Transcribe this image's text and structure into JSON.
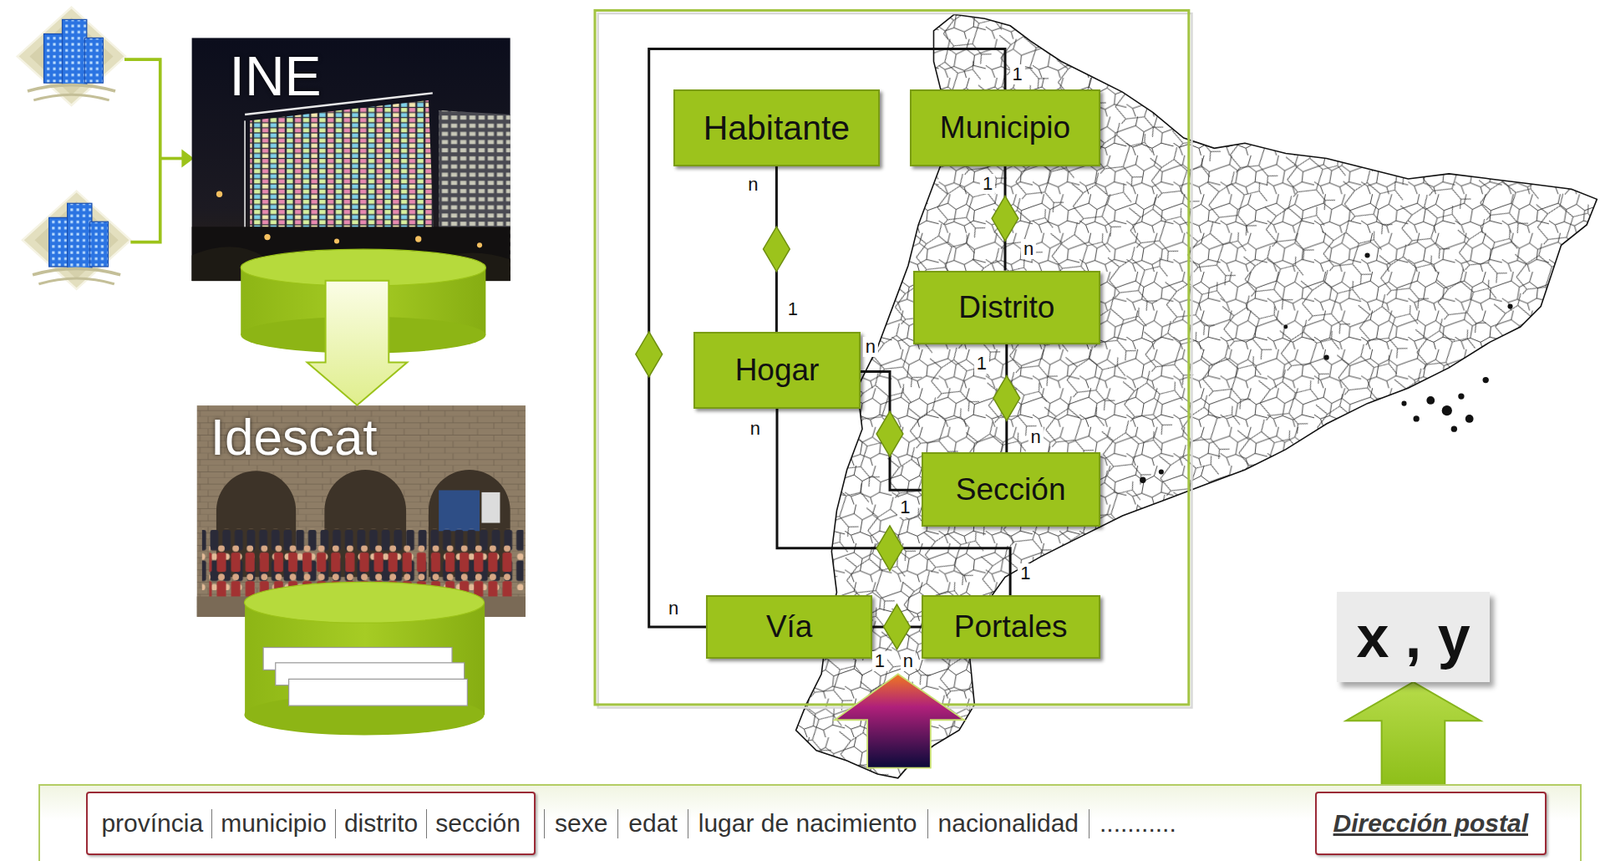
{
  "diagram": {
    "nodes": [
      {
        "text": [
          "INE"
        ]
      },
      {
        "text": [
          "Idescat"
        ]
      },
      {
        "text": [
          "Habitante"
        ]
      },
      {
        "text": [
          "Municipio"
        ]
      },
      {
        "text": [
          "Distrito"
        ]
      },
      {
        "text": [
          "Hogar"
        ]
      },
      {
        "text": [
          "Sección"
        ]
      },
      {
        "text": [
          "Vía"
        ]
      },
      {
        "text": [
          "Portales"
        ]
      },
      {
        "text": [
          "x , y"
        ]
      },
      {
        "text": [
          "sexe",
          "edat",
          "lugar de nacimiento",
          "nacionalidad",
          "..........."
        ]
      },
      {
        "text": [
          "província",
          "municipio",
          "distrito",
          "sección"
        ],
        "in": 10
      },
      {
        "text": [
          "Dirección postal"
        ],
        "in": 10
      }
    ],
    "edges": [
      {
        "from": 0,
        "to": 1,
        "arrow": "to"
      },
      {
        "from": 2,
        "to": 5,
        "arrow": "none"
      },
      {
        "from": 3,
        "to": 4,
        "arrow": "none"
      },
      {
        "from": 4,
        "to": 6,
        "arrow": "none"
      },
      {
        "from": 5,
        "to": 6,
        "arrow": "none"
      },
      {
        "from": 5,
        "to": 8,
        "arrow": "none"
      },
      {
        "from": 7,
        "to": 8,
        "arrow": "none"
      },
      {
        "from": 3,
        "to": 7,
        "arrow": "none"
      },
      {
        "from": 12,
        "to": 9,
        "arrow": "to"
      }
    ],
    "labels": [
      "1",
      "n",
      "1",
      "1",
      "n",
      "n",
      "1",
      "n",
      "n",
      "1",
      "1",
      "n",
      "1",
      "n"
    ]
  }
}
